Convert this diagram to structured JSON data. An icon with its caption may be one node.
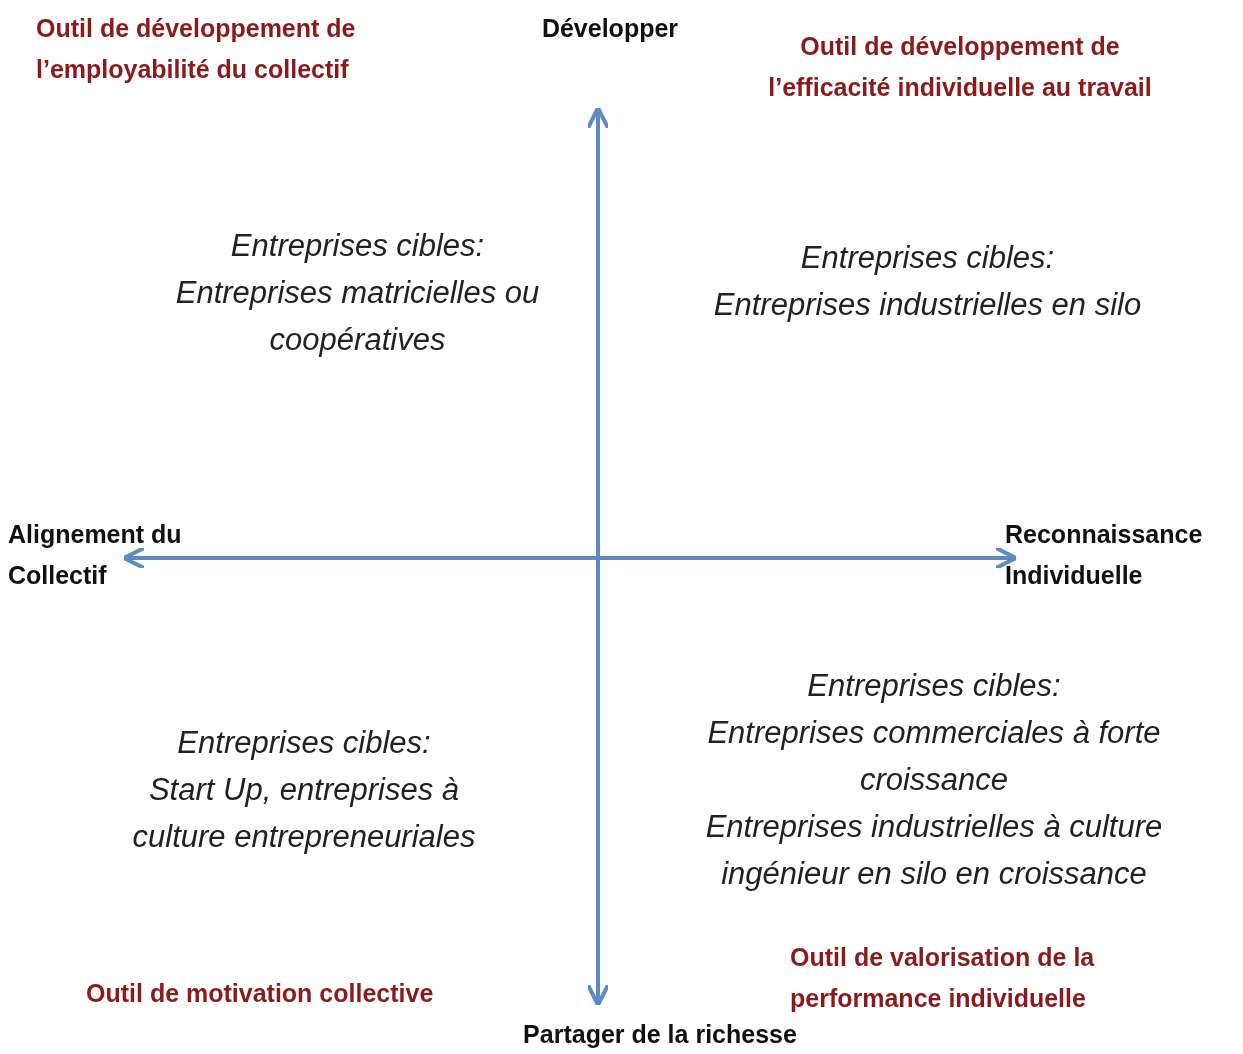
{
  "diagram": {
    "labels": [
      "Outil de développement de l’employabilité du collectif",
      "Développer",
      "Outil de développement de l’efficacité individuelle au travail",
      "Entreprises cibles:",
      "Entreprises matricielles ou coopératives",
      "Entreprises cibles:",
      "Entreprises industrielles en silo",
      "Alignement du Collectif",
      "Reconnaissance Individuelle",
      "Entreprises cibles:",
      "Entreprises commerciales à forte croissance",
      "Entreprises industrielles à culture ingénieur en silo en croissance",
      "Entreprises cibles:",
      "Start Up, entreprises à culture entrepreneuriales",
      "Outil de valorisation de la performance individuelle",
      "Outil de motivation collective",
      "Partager de la richesse"
    ]
  }
}
